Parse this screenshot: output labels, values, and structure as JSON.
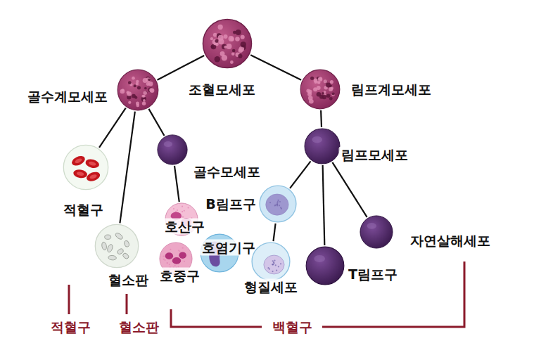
{
  "diagram": {
    "nodes": [
      {
        "text": [
          "조혈모세포"
        ]
      },
      {
        "text": [
          "골수계모세포"
        ]
      },
      {
        "text": [
          "림프계모세포"
        ]
      },
      {
        "text": [
          "적혈구"
        ]
      },
      {
        "text": [
          "골수모세포"
        ]
      },
      {
        "text": [
          "림프모세포"
        ]
      },
      {
        "text": [
          "B림프구"
        ]
      },
      {
        "text": [
          "호산구"
        ]
      },
      {
        "text": [
          "자연살해세포"
        ]
      },
      {
        "text": [
          "혈소판"
        ]
      },
      {
        "text": [
          "호염기구"
        ]
      },
      {
        "text": [
          "호중구"
        ]
      },
      {
        "text": [
          "T림프구"
        ]
      },
      {
        "text": [
          "형질세포"
        ]
      }
    ],
    "edges": [
      {
        "from": 0,
        "to": 1,
        "arrow": "none"
      },
      {
        "from": 0,
        "to": 2,
        "arrow": "none"
      },
      {
        "from": 1,
        "to": 3,
        "arrow": "none"
      },
      {
        "from": 1,
        "to": 9,
        "arrow": "none"
      },
      {
        "from": 1,
        "to": 4,
        "arrow": "none"
      },
      {
        "from": 4,
        "to": 7,
        "arrow": "none"
      },
      {
        "from": 2,
        "to": 5,
        "arrow": "none"
      },
      {
        "from": 5,
        "to": 6,
        "arrow": "none"
      },
      {
        "from": 5,
        "to": 12,
        "arrow": "none"
      },
      {
        "from": 5,
        "to": 8,
        "arrow": "none"
      },
      {
        "from": 6,
        "to": 13,
        "arrow": "none"
      }
    ],
    "labels": [
      "적혈구",
      "혈소판",
      "백혈구"
    ]
  }
}
